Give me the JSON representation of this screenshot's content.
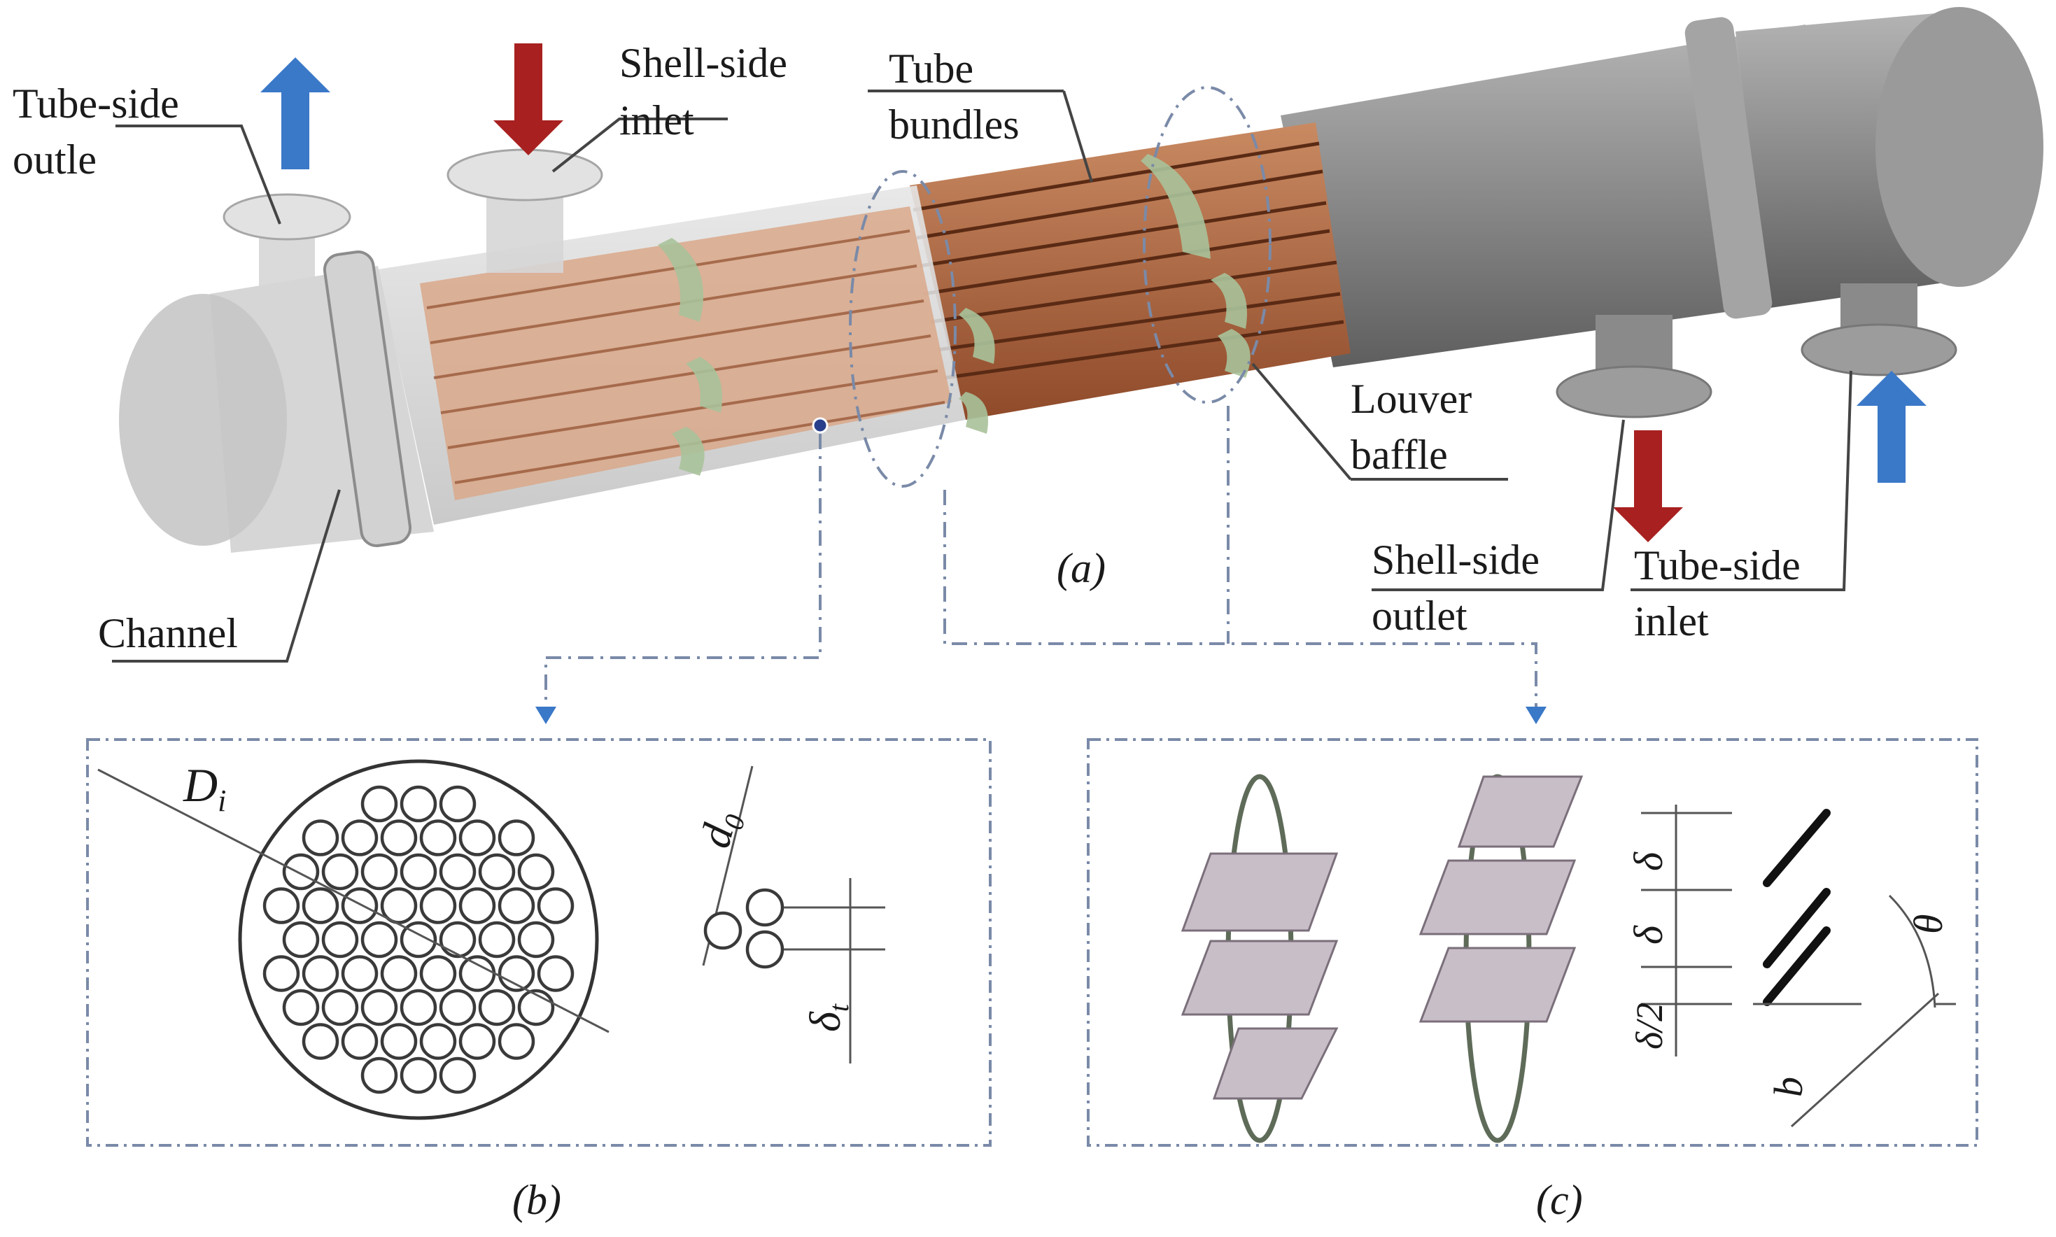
{
  "labels": {
    "tube_side_outlet": [
      "Tube-side",
      "outle"
    ],
    "shell_side_inlet": [
      "Shell-side",
      "inlet"
    ],
    "tube_bundles": [
      "Tube",
      "bundles"
    ],
    "louver_baffle": [
      "Louver",
      "baffle"
    ],
    "channel": "Channel",
    "shell_side_outlet": [
      "Shell-side",
      "outlet"
    ],
    "tube_side_inlet": [
      "Tube-side",
      "inlet"
    ]
  },
  "captions": {
    "a": "(a)",
    "b": "(b)",
    "c": "(c)"
  },
  "symbols": {
    "D": "D",
    "D_sub": "i",
    "d": "d",
    "d_sub": "0",
    "delta": "δ",
    "delta_sub": "t",
    "delta_c1": "δ",
    "delta_c2": "δ",
    "delta_half": "δ/2",
    "b": "b",
    "theta": "θ"
  },
  "colors": {
    "flow_in_arrow": "#a82020",
    "flow_out_arrow": "#3a78c8",
    "shell": "#8c8c8c",
    "tube": "#b86a45",
    "baffle": "#a9c29a",
    "leader": "#444444"
  }
}
